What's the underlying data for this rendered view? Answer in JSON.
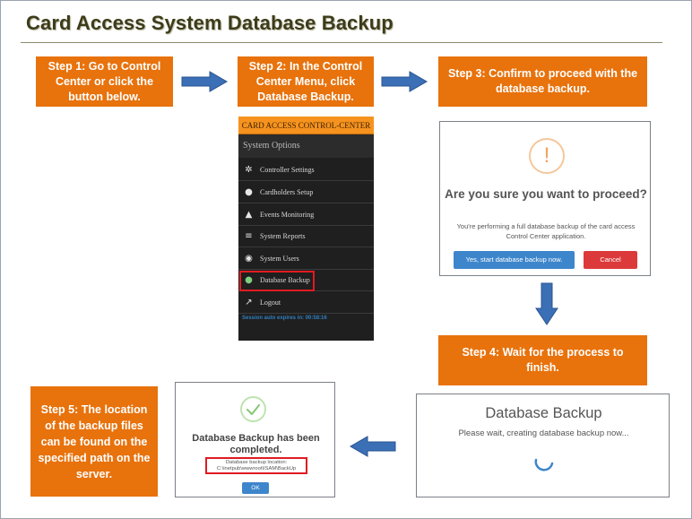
{
  "title": "Card Access System Database Backup",
  "steps": {
    "step1": "Step 1: Go to Control Center or click the button below.",
    "step2": "Step 2: In the Control Center Menu, click Database Backup.",
    "step3": "Step 3: Confirm to proceed with the database  backup.",
    "step4": "Step 4: Wait for the process to finish.",
    "step5": "Step 5: The location of the backup files can be found on the specified path on the server."
  },
  "colors": {
    "step_box": "#e8720c",
    "arrow": "#3b6fb6",
    "highlight": "#e01b22",
    "menu_header": "#f6931e"
  },
  "control_center": {
    "header": "CARD ACCESS CONTROL-CENTER",
    "subheader": "System Options",
    "items": [
      {
        "label": "Controller Settings",
        "icon": "gear-icon",
        "glyph": "✲"
      },
      {
        "label": "Cardholders Setup",
        "icon": "user-icon",
        "glyph": "●"
      },
      {
        "label": "Events Monitoring",
        "icon": "warning-icon",
        "glyph": "▲"
      },
      {
        "label": "System Reports",
        "icon": "list-icon",
        "glyph": "≡"
      },
      {
        "label": "System Users",
        "icon": "user-circle-icon",
        "glyph": "◉"
      },
      {
        "label": "Database Backup",
        "icon": "database-icon",
        "glyph": "●"
      },
      {
        "label": "Logout",
        "icon": "logout-icon",
        "glyph": "↗"
      }
    ],
    "session": "Session auto expires in: 00:58:16"
  },
  "confirm_dialog": {
    "icon_glyph": "!",
    "title": "Are you sure you want to proceed?",
    "text": "You're performing a full database backup of the card access Control Center application.",
    "yes_button": "Yes, start database backup now.",
    "cancel_button": "Cancel"
  },
  "progress_dialog": {
    "title": "Database Backup",
    "text": "Please wait, creating database backup now..."
  },
  "completed_dialog": {
    "title": "Database Backup has been completed.",
    "location_label": "Database backup location:",
    "location_path": "C:\\inetpub\\wwwroot\\ISAM\\BackUp",
    "ok_button": "OK"
  }
}
